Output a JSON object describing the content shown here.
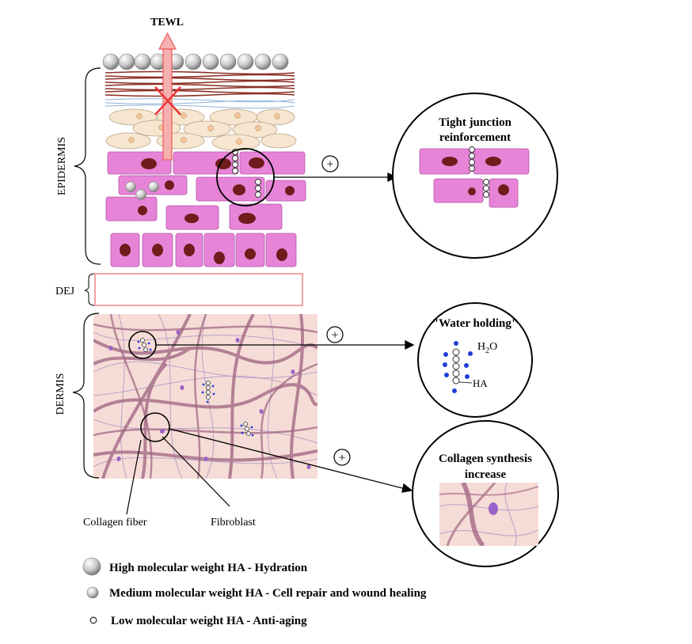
{
  "labels": {
    "tewl": "TEWL",
    "epidermis": "EPIDERMIS",
    "dej": "DEJ",
    "dermis": "DERMIS",
    "collagen_fiber": "Collagen fiber",
    "fibroblast": "Fibroblast"
  },
  "plus_symbol": "+",
  "zoom_tight": {
    "title_line1": "Tight junction",
    "title_line2": "reinforcement"
  },
  "zoom_water": {
    "title": "\"Water holding\"",
    "h2o_h": "H",
    "h2o_sub": "2",
    "h2o_o": "O",
    "ha": "HA"
  },
  "zoom_collagen": {
    "title_line1": "Collagen synthesis",
    "title_line2": "increase"
  },
  "legend": [
    {
      "icon": "large-sphere-icon",
      "text": "High molecular weight HA - Hydration"
    },
    {
      "icon": "medium-sphere-icon",
      "text": "Medium molecular weight HA - Cell repair and wound healing"
    },
    {
      "icon": "small-ring-icon",
      "text": "Low molecular weight HA - Anti-aging"
    }
  ],
  "colors": {
    "cell_pink": "#e884d8",
    "nucleus": "#6e1c1c",
    "stratum_corneum": "#8a2f24",
    "granular_cell": "#f6e6cf",
    "dermis_bg": "#f6dcd6",
    "fiber": "#a8708a",
    "arrow_red": "#ee5a5a",
    "water_dot": "#1f3fd6",
    "dej_border": "#f2a3a3"
  }
}
